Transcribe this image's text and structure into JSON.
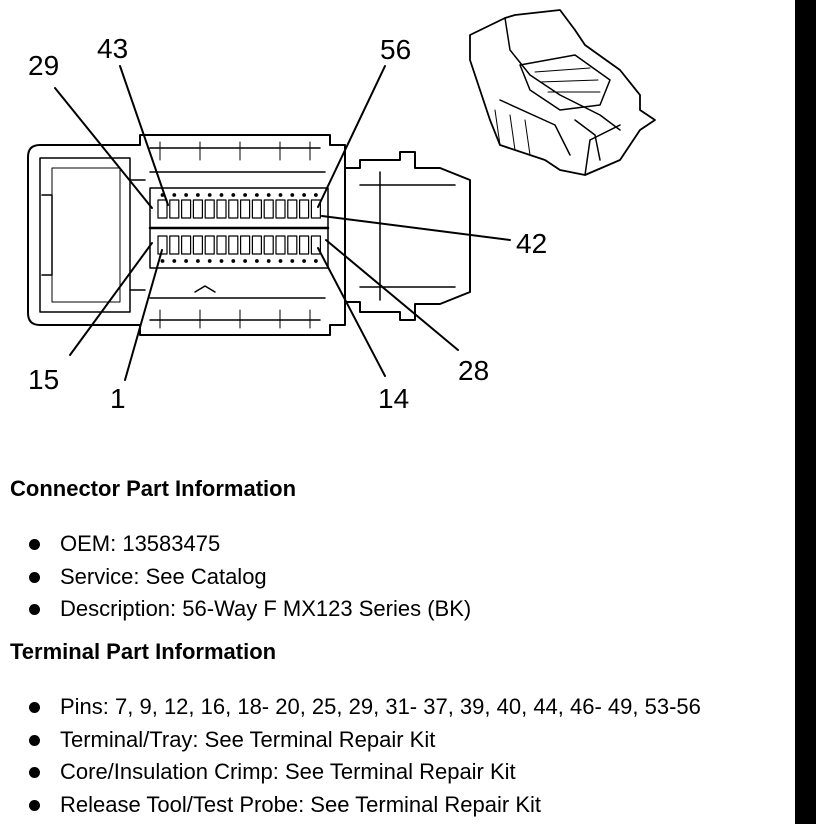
{
  "diagram": {
    "pin_callouts": {
      "p29": "29",
      "p43": "43",
      "p56": "56",
      "p42": "42",
      "p28": "28",
      "p15": "15",
      "p1": "1",
      "p14": "14"
    }
  },
  "connector_info": {
    "heading": "Connector Part Information",
    "items": [
      "OEM: 13583475",
      "Service: See Catalog",
      "Description: 56-Way F MX123 Series (BK)"
    ]
  },
  "terminal_info": {
    "heading": "Terminal Part Information",
    "items": [
      "Pins: 7, 9, 12, 16, 18- 20, 25, 29, 31- 37, 39, 40, 44, 46- 49, 53-56",
      "Terminal/Tray: See Terminal Repair Kit",
      "Core/Insulation Crimp: See Terminal Repair Kit",
      "Release Tool/Test Probe: See Terminal Repair Kit"
    ]
  },
  "colors": {
    "ink": "#000000",
    "background": "#ffffff"
  }
}
